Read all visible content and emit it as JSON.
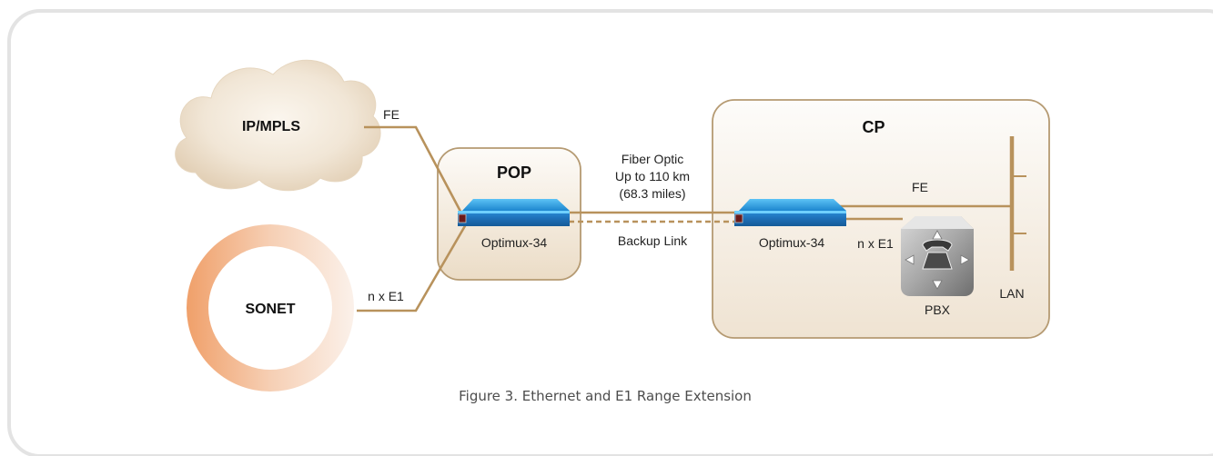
{
  "nodes": {
    "cloud": "IP/MPLS",
    "ring": "SONET",
    "pop": "POP",
    "cp": "CP",
    "pbx": "PBX",
    "lan": "LAN"
  },
  "devices": {
    "pop_device": "Optimux-34",
    "cp_device": "Optimux-34"
  },
  "links": {
    "cloud_link": "FE",
    "ring_link": "n x E1",
    "fiber_line1": "Fiber Optic",
    "fiber_line2": "Up to 110 km",
    "fiber_line3": "(68.3 miles)",
    "backup": "Backup Link",
    "cp_fe": "FE",
    "cp_e1": "n x E1"
  },
  "caption": "Figure 3.  Ethernet and E1 Range Extension",
  "colors": {
    "link": "#b8925c",
    "box_border": "#b59a72",
    "device_blue": "#1f8fd6"
  }
}
